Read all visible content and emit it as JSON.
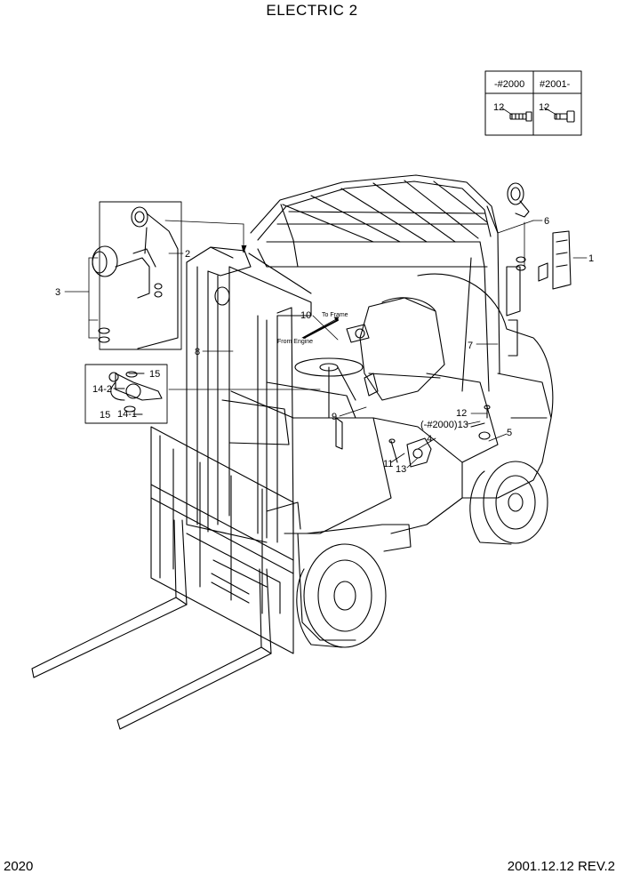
{
  "title": "ELECTRIC 2",
  "footer": {
    "page_code": "2020",
    "revision": "2001.12.12 REV.2"
  },
  "serial_table": {
    "col_1": "-#2000",
    "col_2": "#2001-",
    "part_1": "12",
    "part_2": "12"
  },
  "callouts": {
    "c1": "1",
    "c2": "2",
    "c3": "3",
    "c4": "4",
    "c5": "5",
    "c6": "6",
    "c7": "7",
    "c8": "8",
    "c9": "9",
    "c10": "10",
    "c11": "11",
    "c12": "12",
    "c12b": "(-#2000)13",
    "c13": "13",
    "c14_1": "14-1",
    "c14_2": "14-2",
    "c15a": "15",
    "c15b": "15"
  },
  "notes": {
    "to_frame": "To Frame",
    "from_engine": "From Engine"
  }
}
